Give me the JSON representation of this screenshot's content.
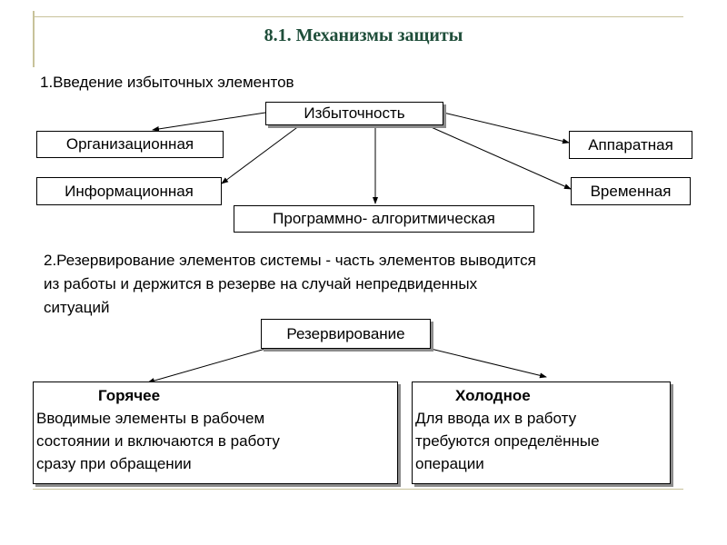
{
  "title": "8.1. Механизмы защиты",
  "section1": {
    "heading": "1.Введение избыточных элементов",
    "root": "Избыточность",
    "nodes": {
      "org": "Организационная",
      "info": "Информационная",
      "prog": "Программно- алгоритмическая",
      "hw": "Аппаратная",
      "time": "Временная"
    }
  },
  "section2": {
    "heading_lines": [
      "2.Резервирование элементов системы - часть элементов выводится",
      "из работы и держится в резерве на случай непредвиденных",
      "ситуаций"
    ],
    "root": "Резервирование",
    "hot": {
      "title": "Горячее",
      "lines": [
        "Вводимые элементы в рабочем",
        "состоянии и включаются в работу",
        "сразу при обращении"
      ]
    },
    "cold": {
      "title": "Холодное",
      "lines": [
        "Для ввода их в работу",
        "требуются определённые",
        "операции"
      ]
    }
  }
}
